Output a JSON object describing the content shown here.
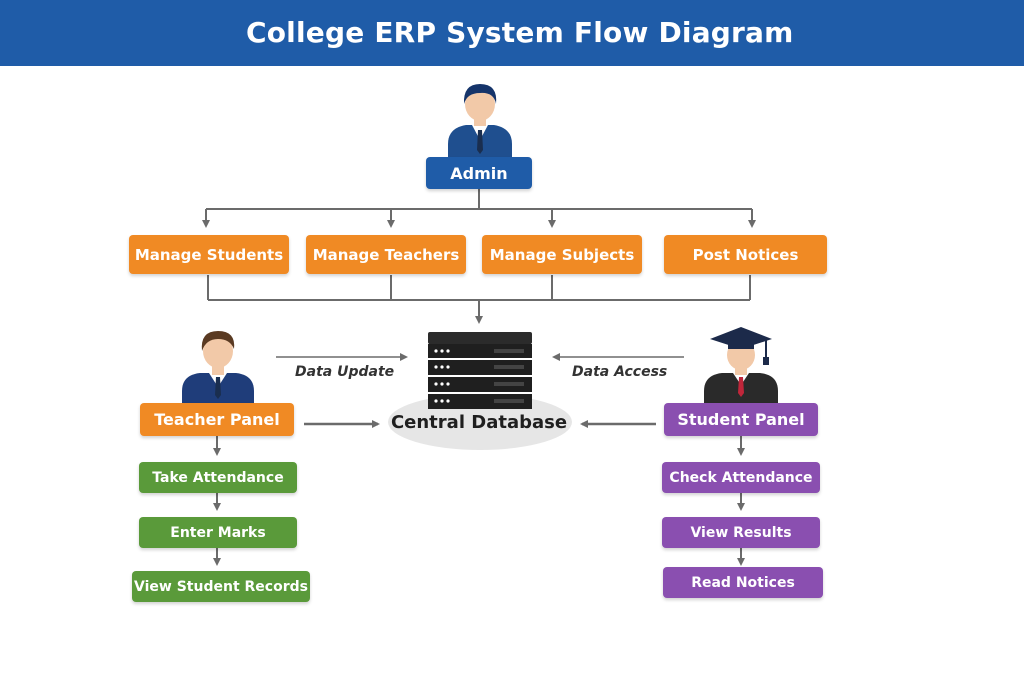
{
  "title": "College ERP System Flow Diagram",
  "admin": {
    "label": "Admin",
    "icon": "admin-person-icon"
  },
  "admin_tasks": [
    "Manage Students",
    "Manage Teachers",
    "Manage Subjects",
    "Post Notices"
  ],
  "database": {
    "label": "Central Database",
    "icon": "server-stack-icon"
  },
  "teacher": {
    "label": "Teacher Panel",
    "icon": "teacher-person-icon",
    "link_label": "Data Update",
    "tasks": [
      "Take Attendance",
      "Enter Marks",
      "View Student Records"
    ]
  },
  "student": {
    "label": "Student Panel",
    "icon": "student-graduate-icon",
    "link_label": "Data Access",
    "tasks": [
      "Check Attendance",
      "View Results",
      "Read Notices"
    ]
  },
  "colors": {
    "header": "#1f5ca8",
    "admin": "#1f5ca8",
    "admin_tasks": "#f08a24",
    "teacher_panel": "#f08a24",
    "teacher_tasks": "#5a9a3a",
    "student_panel": "#8a4fb0",
    "student_tasks": "#8a4fb0",
    "connector": "#6b6b6b"
  }
}
